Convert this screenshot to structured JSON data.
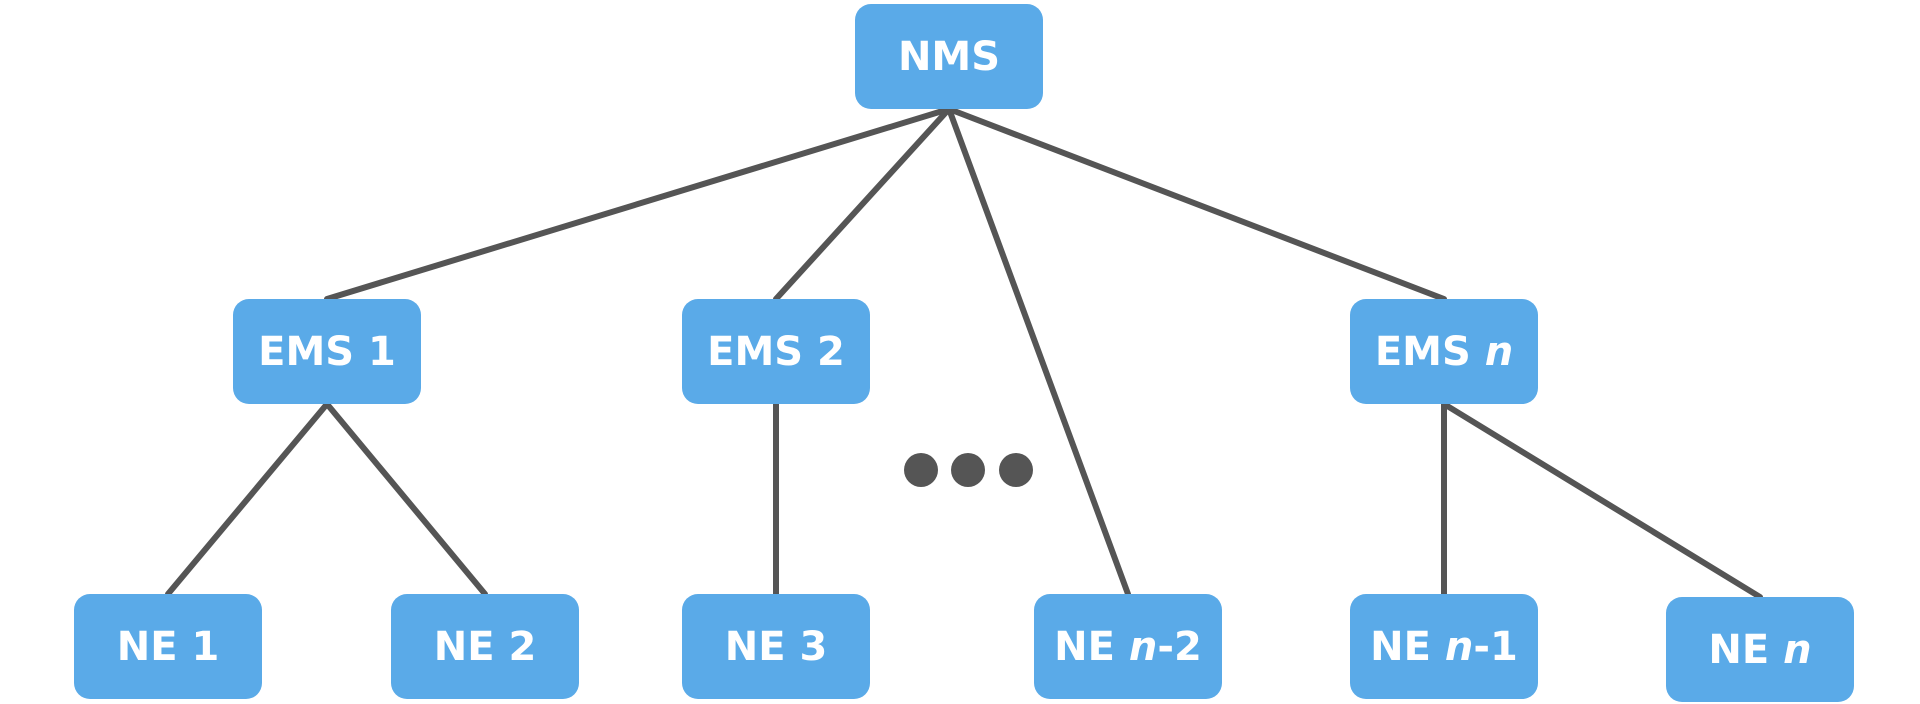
{
  "nodes": {
    "nms": {
      "label": "NMS",
      "italic": ""
    },
    "ems1": {
      "label": "EMS 1",
      "italic": ""
    },
    "ems2": {
      "label": "EMS 2",
      "italic": ""
    },
    "emsn": {
      "label": "EMS ",
      "italic": "n"
    },
    "ne1": {
      "label": "NE 1",
      "italic": ""
    },
    "ne2": {
      "label": "NE 2",
      "italic": ""
    },
    "ne3": {
      "label": "NE 3",
      "italic": ""
    },
    "nen2": {
      "label": "NE ",
      "italic": "n",
      "suffix": "-2"
    },
    "nen1": {
      "label": "NE ",
      "italic": "n",
      "suffix": "-1"
    },
    "nen": {
      "label": "NE ",
      "italic": "n"
    }
  },
  "edges": [
    [
      "nms",
      "ems1"
    ],
    [
      "nms",
      "ems2"
    ],
    [
      "nms",
      "nen2"
    ],
    [
      "nms",
      "emsn"
    ],
    [
      "ems1",
      "ne1"
    ],
    [
      "ems1",
      "ne2"
    ],
    [
      "ems2",
      "ne3"
    ],
    [
      "emsn",
      "nen1"
    ],
    [
      "emsn",
      "nen"
    ]
  ],
  "colors": {
    "node_fill": "#5aaae8",
    "node_text": "#ffffff",
    "edge": "#555555"
  }
}
